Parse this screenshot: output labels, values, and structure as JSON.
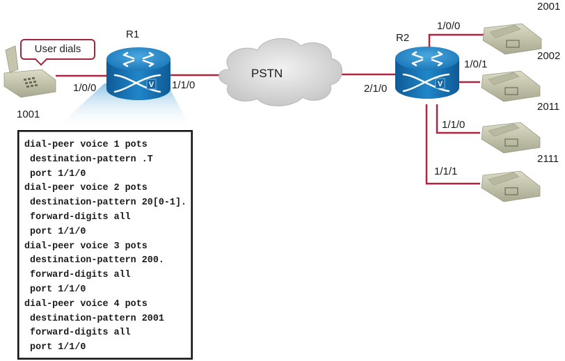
{
  "diagram": {
    "callout": {
      "text": "User dials"
    },
    "left_phone": {
      "number": "1001"
    },
    "routers": [
      {
        "id": "r1",
        "label": "R1"
      },
      {
        "id": "r2",
        "label": "R2"
      }
    ],
    "cloud": {
      "label": "PSTN"
    },
    "interfaces": {
      "r1_phone_port": "1/0/0",
      "r1_pstn_port": "1/1/0",
      "r2_pstn_port": "2/1/0",
      "r2_port_a": "1/0/0",
      "r2_port_b": "1/0/1",
      "r2_port_c": "1/1/0",
      "r2_port_d": "1/1/1"
    },
    "right_phones": [
      {
        "number": "2001",
        "port": "1/0/0"
      },
      {
        "number": "2002",
        "port": "1/0/1"
      },
      {
        "number": "2011",
        "port": "1/1/0"
      },
      {
        "number": "2111",
        "port": "1/1/1"
      }
    ],
    "colors": {
      "link": "#b0233f",
      "router": "#1e7fc0",
      "phone": "#c9c9b1",
      "cloud": "#d8d8d8"
    }
  },
  "config": {
    "lines": [
      "dial-peer voice 1 pots",
      " destination-pattern .T",
      " port 1/1/0",
      "dial-peer voice 2 pots",
      " destination-pattern 20[0-1].",
      " forward-digits all",
      " port 1/1/0",
      "dial-peer voice 3 pots",
      " destination-pattern 200.",
      " forward-digits all",
      " port 1/1/0",
      "dial-peer voice 4 pots",
      " destination-pattern 2001",
      " forward-digits all",
      " port 1/1/0"
    ]
  }
}
